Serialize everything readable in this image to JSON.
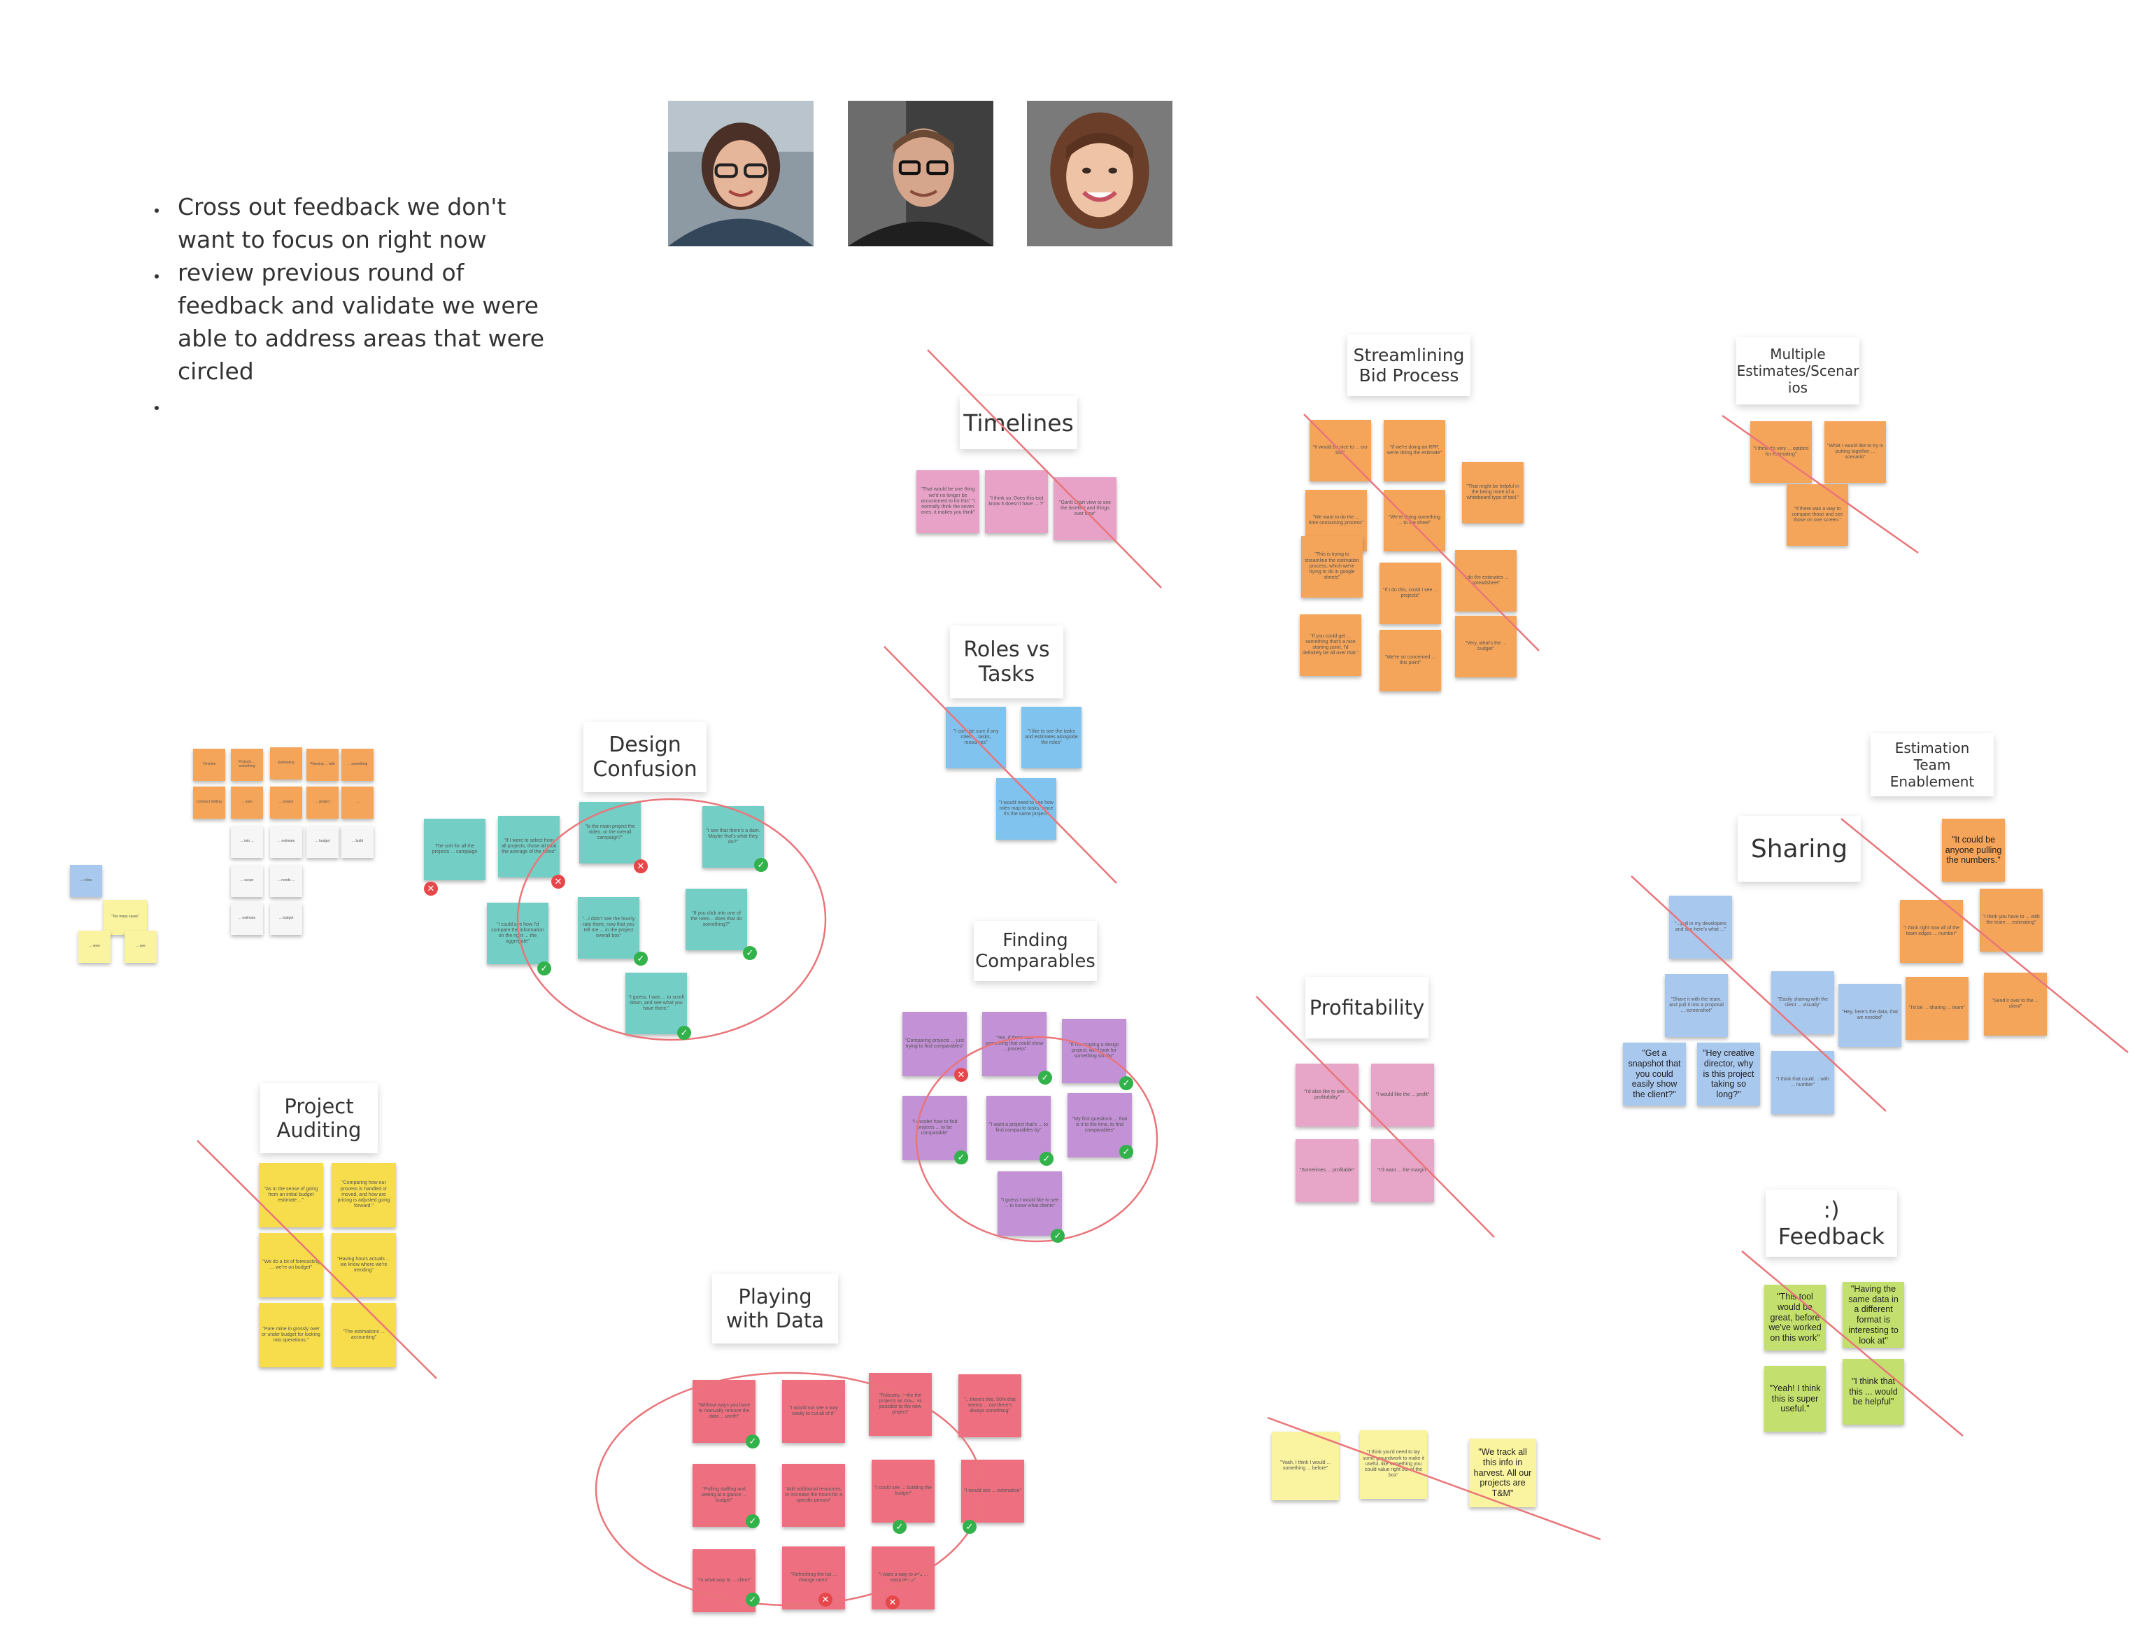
{
  "colors": {
    "orange": "#f5a55a",
    "pink": "#e8a2c8",
    "teal": "#73cfc6",
    "blue": "#7fc3ee",
    "purple": "#c391d6",
    "yellow": "#f7dd4c",
    "red": "#ee7080",
    "lightblue": "#a9c8ee",
    "lightpink": "#e7a5c7",
    "pale_yellow": "#faf3a0",
    "lime": "#c3e06e",
    "white_note": "#f6f6f6",
    "strike_line": "#e9757a",
    "circle_line": "#e9757a",
    "check": "#32b24a",
    "cross": "#e6474a"
  },
  "instructions": [
    "Cross out feedback we don't want to focus on right now",
    "review previous round of feedback and validate we were able to address areas that were circled",
    ""
  ],
  "team_photos": [
    {
      "name": "avatar-woman-glasses-icon"
    },
    {
      "name": "avatar-man-glasses-icon"
    },
    {
      "name": "avatar-woman-smiling-icon"
    }
  ],
  "clusters": {
    "timelines": {
      "title": "Timelines",
      "notes": [
        "\"That would be one thing we'd no longer be accustomed to for this\" \"I normally think the seven ones, it makes you think\"",
        "\"I think so. Does this tool know it doesn't have ... ?\"",
        "\"Gantt chart view to see the timeline and things over time\""
      ]
    },
    "roles_vs_tasks": {
      "title": "Roles vs\nTasks",
      "notes": [
        "\"I can't be sure if any roles ... tasks, resources\"",
        "\"I like to see the tasks and estimates alongside the roles\"",
        "\"I would need to see how roles map to tasks, since it's the same project\""
      ]
    },
    "design_confusion": {
      "title": "Design\nConfusion",
      "notes": [
        "The unit for all the projects ... campaign",
        "\"If I were to select from all projects, those all total the average of the items\"",
        "\"Is the main project the video, or the overall campaign?\"",
        "\"I see that there's a dam. Maybe that's what they do?\"",
        "\"I could see how I'd compare the information on the right ... the aggregate\"",
        "\"...I didn't see the hourly rate there, now that you tell me ... in the project overall box\"",
        "\"If you click into one of the roles... does that do something?\"",
        "\"I guess, I was ... to scroll down, and see what you have there.\""
      ]
    },
    "finding_comparables": {
      "title": "Finding\nComparables",
      "notes": [
        "\"Comparing projects ... just trying to find comparables\"",
        "\"Yes, if there was something that could show ... process\"",
        "\"If I'm scoping a design project, we'd look for something similar\"",
        "\"I wonder how to find projects ... to be comparable\"",
        "\"I want a project that's ... to find comparables by\"",
        "\"My first questions ... that is it to the time, to find comparables\"",
        "\"I guess I would like to see ... to know what clients\""
      ]
    },
    "playing_with_data": {
      "title": "Playing\nwith Data",
      "notes": [
        "\"Without ways you have to manually remove the data ... worth\"",
        "\"I would not see a way easily to cut all of it\"",
        "\"Robustly make the projects as close as possible to the new project\"",
        "\"...there's this, 50% that seems ... out there's always something\"",
        "\"Pulling staffing and seeing at a glance ... budget\"",
        "\"Add additional resources, or increase the hours for a specific person\"",
        "\"I could see ... building the budget\"",
        "\"I would see ... estimation\"",
        "\"In what way to ... client\"",
        "\"Refreshing the list ... change rates\"",
        "\"I want a way to add ... extra items\""
      ]
    },
    "project_auditing": {
      "title": "Project\nAuditing",
      "notes": [
        "\"As in the sense of going from an initial budget estimate ...\"",
        "\"Comparing how our process is handled or moved, and how are pricing is adjusted going forward.\"",
        "\"We do a lot of forecasting ... we're on budget\"",
        "\"Having hours actuals ... we know where we're trending\"",
        "\"Pare mine in grossly over or under budget for looking into operations.\"",
        "\"The estimations ... accounting\""
      ]
    },
    "streamlining": {
      "title": "Streamlining\nBid Process",
      "notes": [
        "\"It would be nice to ... our tool\"",
        "\"If we're doing an RFP, we're doing the estimate\"",
        "\"That might be helpful in the being more of a whiteboard type of tool.\"",
        "\"We want to do the ... time consuming process\"",
        "\"We're doing something ... to the sheet\"",
        "\"This is trying to streamline the estimation process, which we're trying to do in google sheets\"",
        "\"If I do this, could I see ... projects\"",
        "\"I do the estimates ... spreadsheet\"",
        "\"If you could get ... something that's a nice starting point, I'd definitely be all over that.\"",
        "\"We're so concerned ... this point\"",
        "\"Very, what's the ... budget\""
      ]
    },
    "multiple_estimates": {
      "title": "Multiple\nEstimates/Scenar\nios",
      "notes": [
        "\"I think it's very ... options for estimating\"",
        "\"What I would like to try is putting together ... scenario\"",
        "\"If there was a way to compare those and see those on one screen.\""
      ]
    },
    "estimation_team": {
      "title": "Estimation Team\nEnablement",
      "notes": []
    },
    "sharing": {
      "title": "Sharing",
      "notes": [
        "\"It could be anyone pulling the numbers.\"",
        "\"...pull in my developers and say here's what ...\"",
        "\"I think right now all of the team edges ... number\"",
        "\"I think you have to ... with the team ... estimating\"",
        "\"Share it with the team, and pull it into a proposal ... screenshot\"",
        "\"Easily sharing with the client ... visually\"",
        "\"Hey, here's the data, that we needed\"",
        "\"Send it over to the ... client\"",
        "\"Get a snapshot that you could easily show the client?\"",
        "\"Hey creative director, why is this project taking so long?\"",
        "\"I think that could ... with ... number\"",
        "\"I'd be ... sharing ... team\""
      ]
    },
    "profitability": {
      "title": "Profitability",
      "notes": [
        "\"I'd also like to see ... profitability\"",
        "\"I would like the ... profit\"",
        "\"Sometimes ... profitable\"",
        "\"I'd want ... the margin\""
      ]
    },
    "feedback": {
      "title": ":) Feedback",
      "notes": [
        "\"This tool would be great, before we've worked on this work\"",
        "\"Having the same data in a different format is interesting to look at\"",
        "\"Yeah! I think this is super useful.\"",
        "\"I think that this ... would be helpful\""
      ]
    },
    "bottom_middle": {
      "notes": [
        "\"Yeah, I think I would ... something ... before\"",
        "\"I think you'd need to lay some groundwork to make it useful, like something you could value right out of the box\"",
        "\"We track all this info in harvest. All our projects are T&M\""
      ]
    },
    "left_cluster": {
      "notes": [
        "Timeline",
        "Projects ... something",
        "Estimating",
        "Planning ... with",
        "... something",
        "Contract Setting",
        "... sure",
        "... project",
        "... project",
        "... ",
        "... into ...",
        "... estimate",
        "... budget",
        "... build",
        "... scope",
        "... needs ...",
        "... estimate",
        "... budget",
        "\"Too many cases\"",
        "... roles",
        "... view",
        "... see"
      ]
    }
  }
}
